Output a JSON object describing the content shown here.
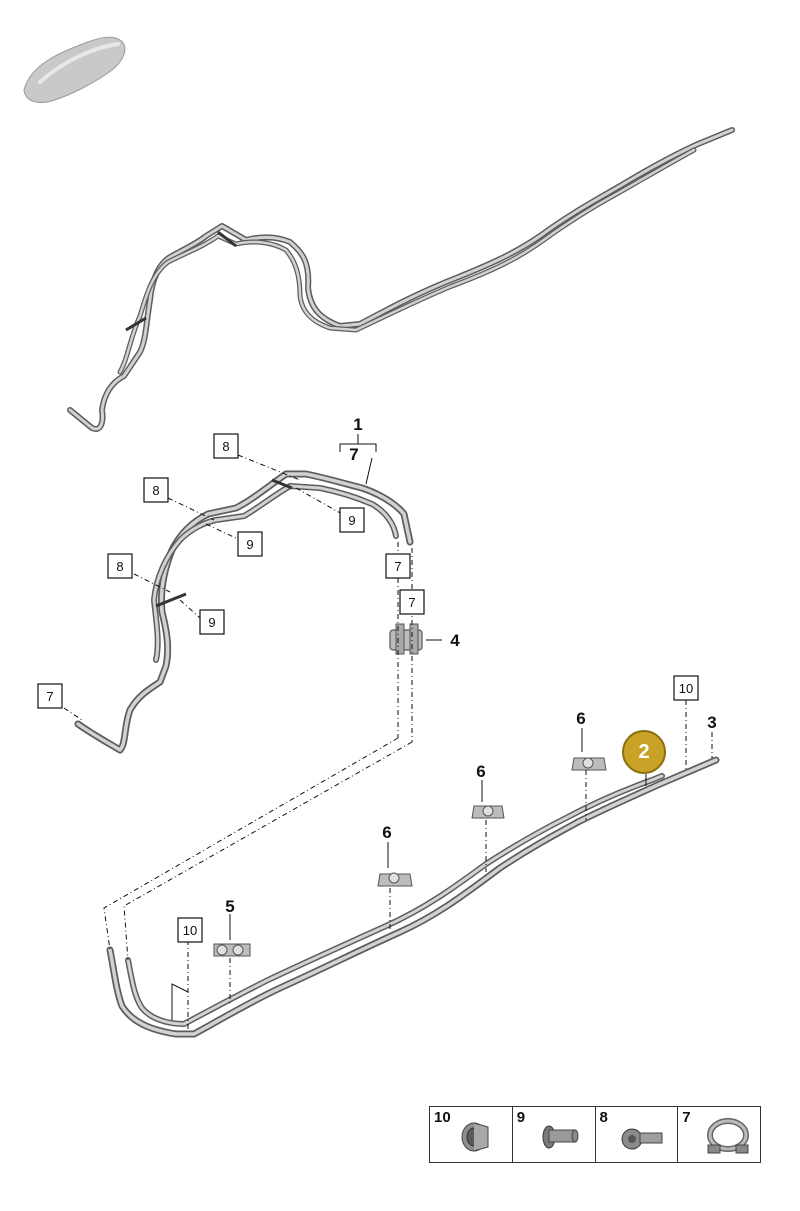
{
  "labels": {
    "part_1": "1",
    "part_2": "2",
    "part_3": "3",
    "part_4": "4",
    "part_5": "5",
    "part_6a": "6",
    "part_6b": "6",
    "part_6c": "6",
    "part_7_top": "7",
    "box_7a": "7",
    "box_7b": "7",
    "box_7c": "7",
    "box_8a": "8",
    "box_8b": "8",
    "box_8c": "8",
    "box_9a": "9",
    "box_9b": "9",
    "box_9c": "9",
    "box_10a": "10",
    "box_10b": "10"
  },
  "legend": [
    {
      "number": "10",
      "icon": "sleeve-icon"
    },
    {
      "number": "9",
      "icon": "bolt-icon"
    },
    {
      "number": "8",
      "icon": "screw-icon"
    },
    {
      "number": "7",
      "icon": "clamp-icon"
    }
  ],
  "highlight": {
    "label": "2",
    "color": "#c9a227"
  },
  "car_icon": "car-silhouette-icon"
}
